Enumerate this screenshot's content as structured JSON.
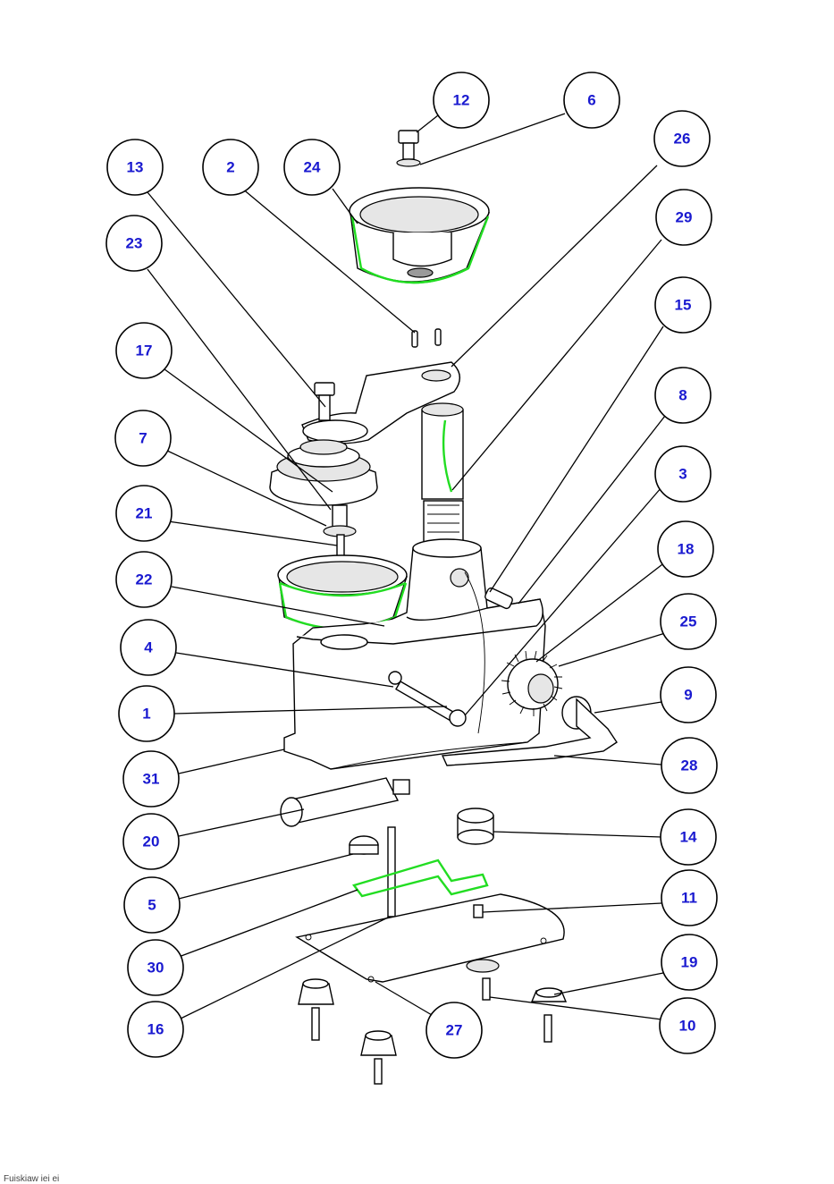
{
  "diagram": {
    "colors": {
      "label_text": "#1a1ad0",
      "highlight": "#22dd22",
      "line": "#000000",
      "background": "#ffffff"
    },
    "callouts": [
      {
        "label": "12"
      },
      {
        "label": "6"
      },
      {
        "label": "26"
      },
      {
        "label": "13"
      },
      {
        "label": "2"
      },
      {
        "label": "24"
      },
      {
        "label": "29"
      },
      {
        "label": "23"
      },
      {
        "label": "15"
      },
      {
        "label": "17"
      },
      {
        "label": "8"
      },
      {
        "label": "7"
      },
      {
        "label": "3"
      },
      {
        "label": "21"
      },
      {
        "label": "18"
      },
      {
        "label": "22"
      },
      {
        "label": "25"
      },
      {
        "label": "4"
      },
      {
        "label": "9"
      },
      {
        "label": "1"
      },
      {
        "label": "28"
      },
      {
        "label": "31"
      },
      {
        "label": "20"
      },
      {
        "label": "14"
      },
      {
        "label": "5"
      },
      {
        "label": "11"
      },
      {
        "label": "30"
      },
      {
        "label": "19"
      },
      {
        "label": "16"
      },
      {
        "label": "27"
      },
      {
        "label": "10"
      }
    ]
  },
  "footer_fragment": "Fuiskiaw iei ei"
}
